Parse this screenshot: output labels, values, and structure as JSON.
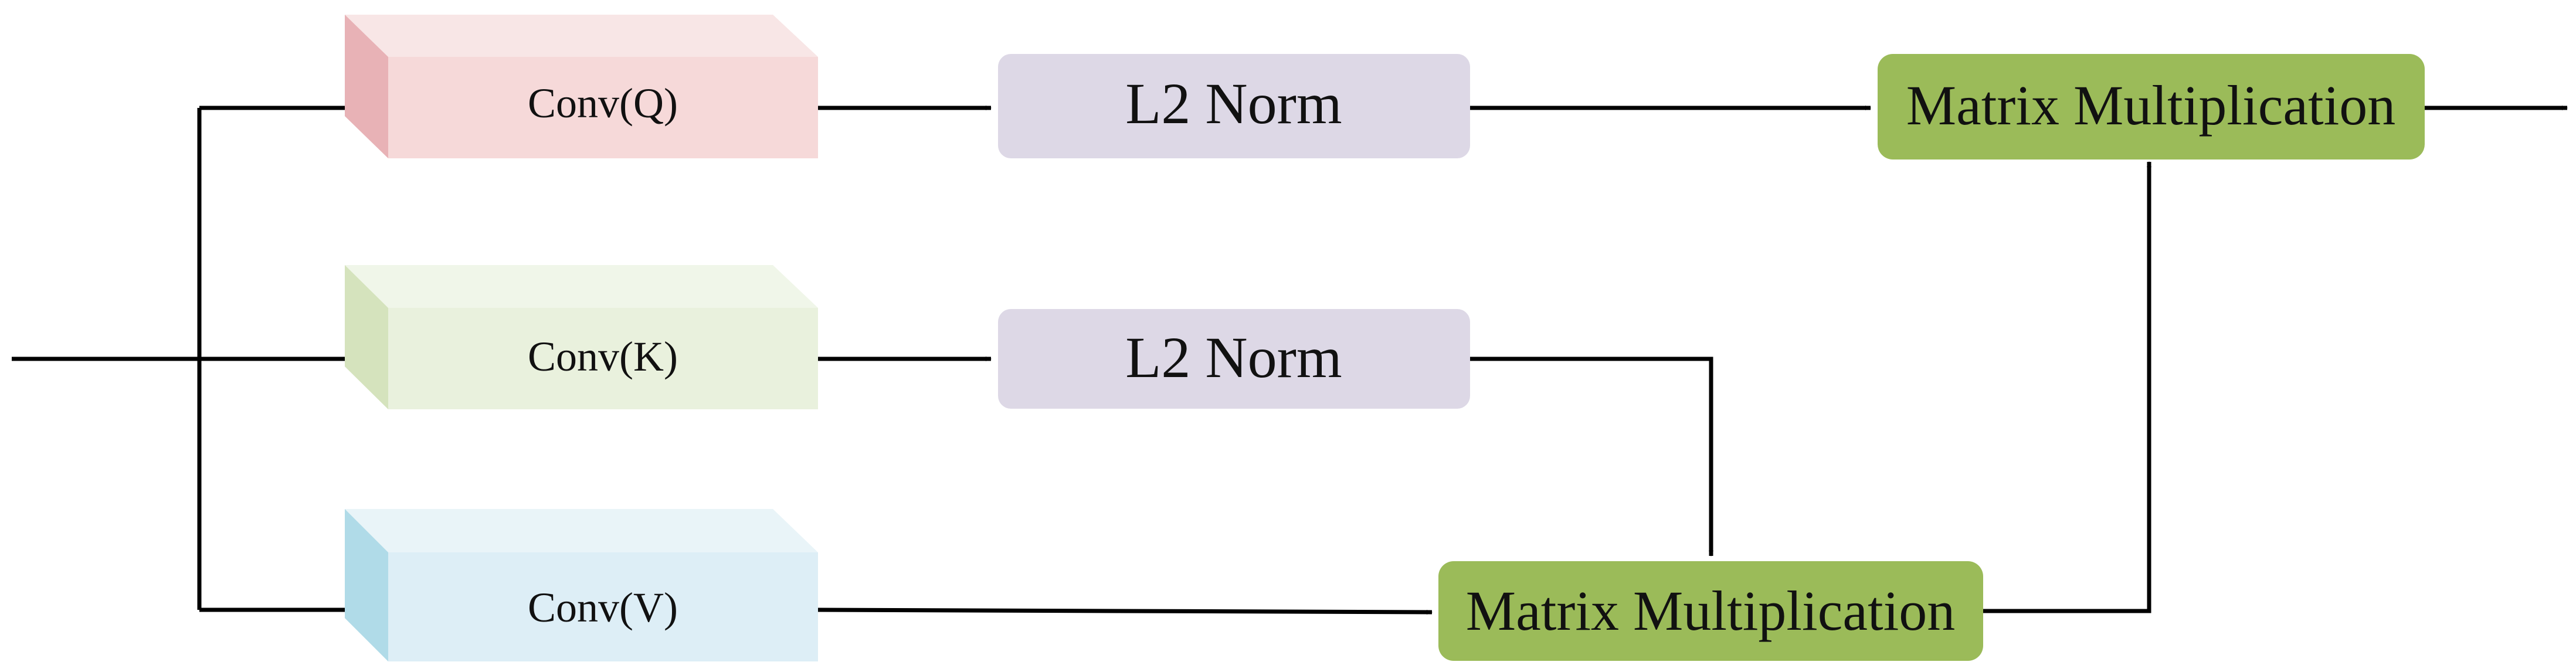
{
  "conv_blocks": [
    {
      "label": "Conv(Q)",
      "front": "#f6d9d9",
      "top": "#f8e6e6",
      "side": "#e8b2b6"
    },
    {
      "label": "Conv(K)",
      "front": "#e9f1dd",
      "top": "#f0f6e9",
      "side": "#d5e3bd"
    },
    {
      "label": "Conv(V)",
      "front": "#ddeef6",
      "top": "#e9f4f8",
      "side": "#b0dbe8"
    }
  ],
  "norm_blocks": [
    {
      "label": "L2 Norm",
      "fill": "#ddd8e6"
    },
    {
      "label": "L2 Norm",
      "fill": "#ddd8e6"
    }
  ],
  "matmul_blocks": [
    {
      "label": "Matrix Multiplication",
      "fill": "#9bbb59"
    },
    {
      "label": "Matrix Multiplication",
      "fill": "#9bbb59"
    }
  ],
  "line_color": "#000000"
}
